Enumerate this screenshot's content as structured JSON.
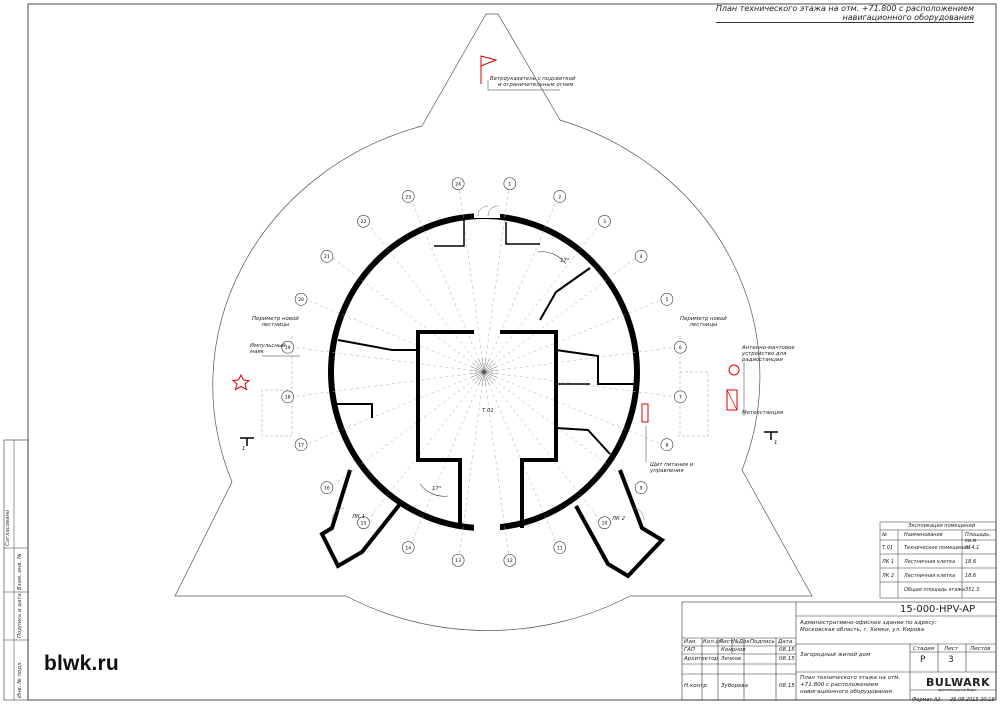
{
  "sheet_title": {
    "line1": "План технического этажа на отм. +71.800 с расположением",
    "line2": "навигационного оборудования"
  },
  "watermark": "blwk.ru",
  "labels": {
    "wind_indicator_1": "Ветроуказатель с подсветкой",
    "wind_indicator_2": "и ограничительным огнем",
    "perimeter_left_1": "Периметр новой",
    "perimeter_left_2": "лестницы",
    "perimeter_right_1": "Периметр новой",
    "perimeter_right_2": "лестницы",
    "beacon_1": "Импульсный",
    "beacon_2": "маяк",
    "antenna_1": "Антенно-мачтовое",
    "antenna_2": "устройство для",
    "antenna_3": "радиостанции",
    "meteo": "Метеостанция",
    "panel_1": "Щит питания и",
    "panel_2": "управления",
    "room_center": "Т.01",
    "lk_left": "ЛК 1",
    "lk_right": "ЛК 2",
    "angle_top": "17°",
    "angle_bottom": "17°",
    "section_mark_left": "1",
    "section_mark_right": "1"
  },
  "column_markers": [
    "1",
    "2",
    "3",
    "4",
    "5",
    "6",
    "7",
    "8",
    "9",
    "10",
    "11",
    "12",
    "13",
    "14",
    "15",
    "16",
    "17",
    "18",
    "19",
    "20",
    "21",
    "22",
    "23",
    "24"
  ],
  "explication": {
    "title": "Экспликация помещений",
    "headers": [
      "№",
      "Наименование",
      "Площадь, кв.м"
    ],
    "rows": [
      [
        "Т.01",
        "Техническое помещение",
        "314.1"
      ],
      [
        "ЛК 1",
        "Лестничная клетка",
        "18.6"
      ],
      [
        "ЛК 2",
        "Лестничная клетка",
        "18.6"
      ],
      [
        "",
        "Общая площадь этажа",
        "351.3"
      ]
    ]
  },
  "stamp": {
    "code": "15-000-HPV-AP",
    "project": "Административно-офисное здание по адресу: Московская область, г. Химки, ул. Кирова",
    "building": "Загородный жилой дом",
    "drawing": "План технического этажа на отм. +71.800 с расположением навигационного оборудования",
    "headers": [
      "Изм.",
      "Кол.уч",
      "Лист",
      "№Док",
      "Подпись",
      "Дата"
    ],
    "people": [
      {
        "role": "ГАП",
        "name": "Кононов",
        "date": "08.15"
      },
      {
        "role": "Архитектор",
        "name": "Зечков",
        "date": "08.15"
      },
      {
        "role": "Н.контр",
        "name": "Зуборева",
        "date": "08.15"
      }
    ],
    "stage_label": "Стадия",
    "sheet_label": "Лист",
    "sheets_label": "Листов",
    "stage": "Р",
    "sheet": "3",
    "logo": "BULWARK",
    "logo_sub": "архитектурное бюро",
    "format": "Формат А2",
    "print_date": "26.08.2015 20:18"
  },
  "side_panel": [
    "Согласовано",
    "Взам. инв. №",
    "Подпись и дата",
    "Инв. № подл."
  ]
}
